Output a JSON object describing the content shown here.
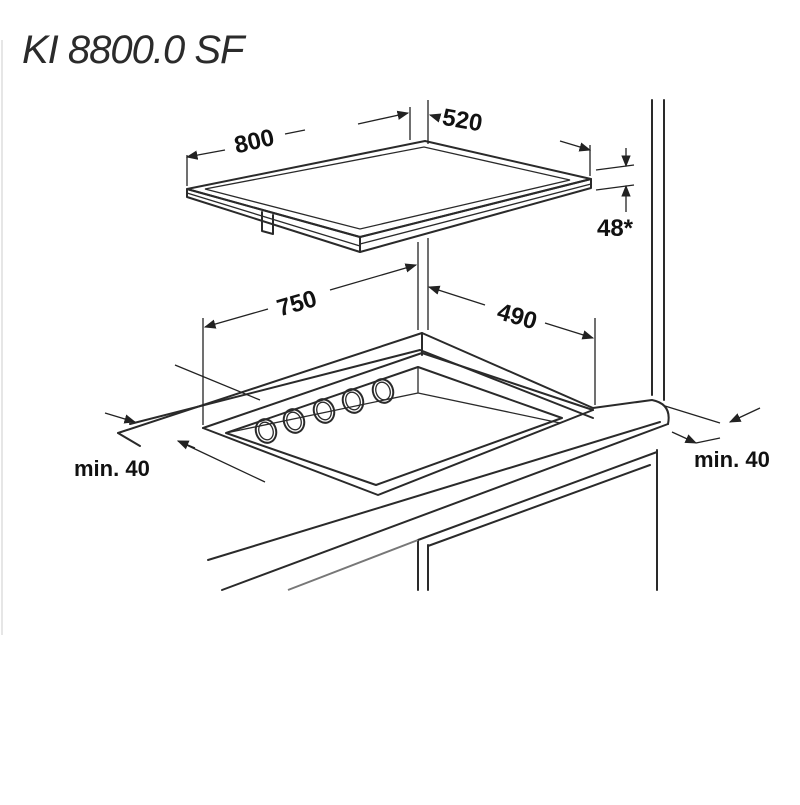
{
  "title": "KI 8800.0 SF",
  "dimensions": {
    "hob_width": "800",
    "hob_depth": "520",
    "hob_height": "48*",
    "cutout_width": "750",
    "cutout_depth": "490",
    "min_front": "min. 40",
    "min_rear": "min. 40"
  }
}
